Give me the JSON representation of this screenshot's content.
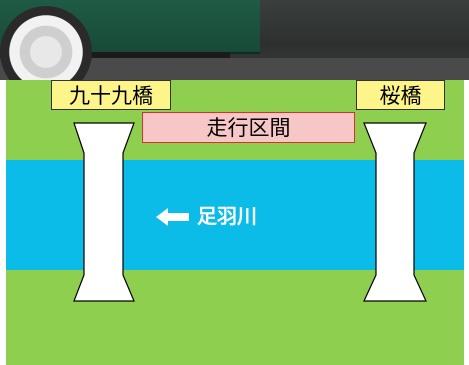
{
  "bridges": {
    "left_label": "九十九橋",
    "right_label": "桜橋"
  },
  "section": {
    "label": "走行区間"
  },
  "river": {
    "name": "足羽川",
    "flow_icon": "arrow-left-icon"
  },
  "colors": {
    "land": "#8fcf4f",
    "river": "#0cbce8",
    "bridge": "#ffffff",
    "label_fill": "#fdf48a",
    "section_fill": "#f7c7c7",
    "section_border": "#d9302a"
  }
}
